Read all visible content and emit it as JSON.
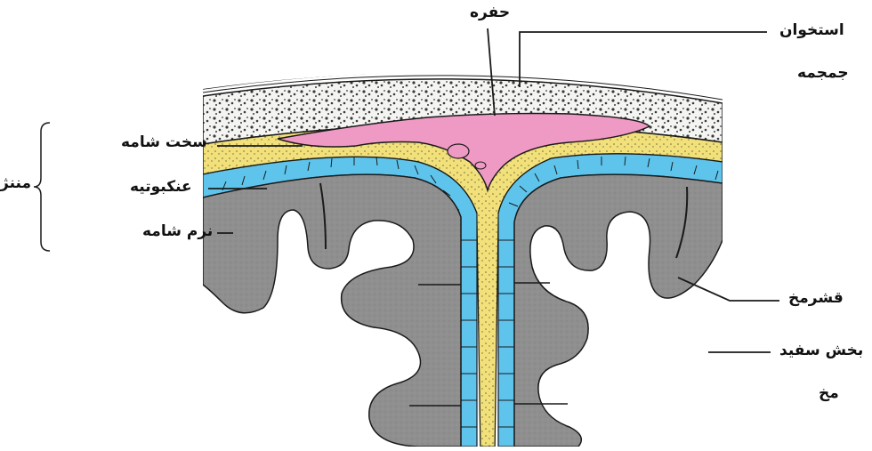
{
  "labels": {
    "pit": "حفره",
    "skull_bone_line1": "استخوان",
    "skull_bone_line2": "جمجمه",
    "dura_mater": "سخت شامه",
    "arachnoid": "عنکبوتیه",
    "pia_mater": "نرم شامه",
    "meninges": "مننژ",
    "cortex": "قشرمخ",
    "white_matter_line1": "بخش سفید",
    "white_matter_line2": "مخ"
  },
  "colors": {
    "bone": "#f4f4f2",
    "bone_pores": "#3a3a3a",
    "sinus": "#ef9ac4",
    "dura": "#f2e07a",
    "arachnoid": "#5ec4ec",
    "cortex_gray": "#8f8f8f",
    "outline": "#1a1a1a"
  }
}
